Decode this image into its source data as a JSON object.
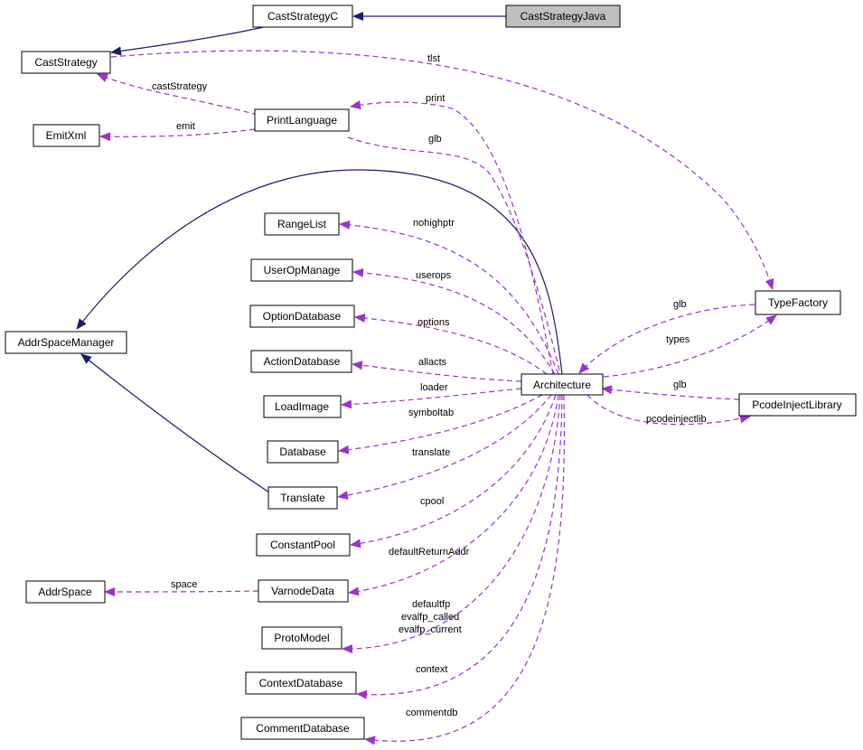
{
  "colors": {
    "inheritance": "#191970",
    "usage": "#9a32cd",
    "highlight_fill": "#bfbfbf"
  },
  "nodes": {
    "cast_strategy_java": "CastStrategyJava",
    "cast_strategy_c": "CastStrategyC",
    "cast_strategy": "CastStrategy",
    "emit_xml": "EmitXml",
    "print_language": "PrintLanguage",
    "range_list": "RangeList",
    "user_op_manage": "UserOpManage",
    "option_database": "OptionDatabase",
    "addr_space_manager": "AddrSpaceManager",
    "action_database": "ActionDatabase",
    "load_image": "LoadImage",
    "database": "Database",
    "translate": "Translate",
    "constant_pool": "ConstantPool",
    "addr_space": "AddrSpace",
    "varnode_data": "VarnodeData",
    "proto_model": "ProtoModel",
    "context_database": "ContextDatabase",
    "comment_database": "CommentDatabase",
    "architecture": "Architecture",
    "type_factory": "TypeFactory",
    "pcode_inject_library": "PcodeInjectLibrary"
  },
  "edge_labels": {
    "tlst": "tlst",
    "cast_strategy": "castStrategy",
    "emit": "emit",
    "print": "print",
    "glb_print": "glb",
    "nohighptr": "nohighptr",
    "userops": "userops",
    "options": "options",
    "allacts": "allacts",
    "loader": "loader",
    "symboltab": "symboltab",
    "translate": "translate",
    "cpool": "cpool",
    "default_return_addr": "defaultReturnAddr",
    "space": "space",
    "defaultfp": "defaultfp",
    "evalfp_called": "evalfp_called",
    "evalfp_current": "evalfp_current",
    "context": "context",
    "commentdb": "commentdb",
    "glb_type": "glb",
    "types": "types",
    "glb_pcode": "glb",
    "pcodeinjectlib": "pcodeinjectlib"
  }
}
